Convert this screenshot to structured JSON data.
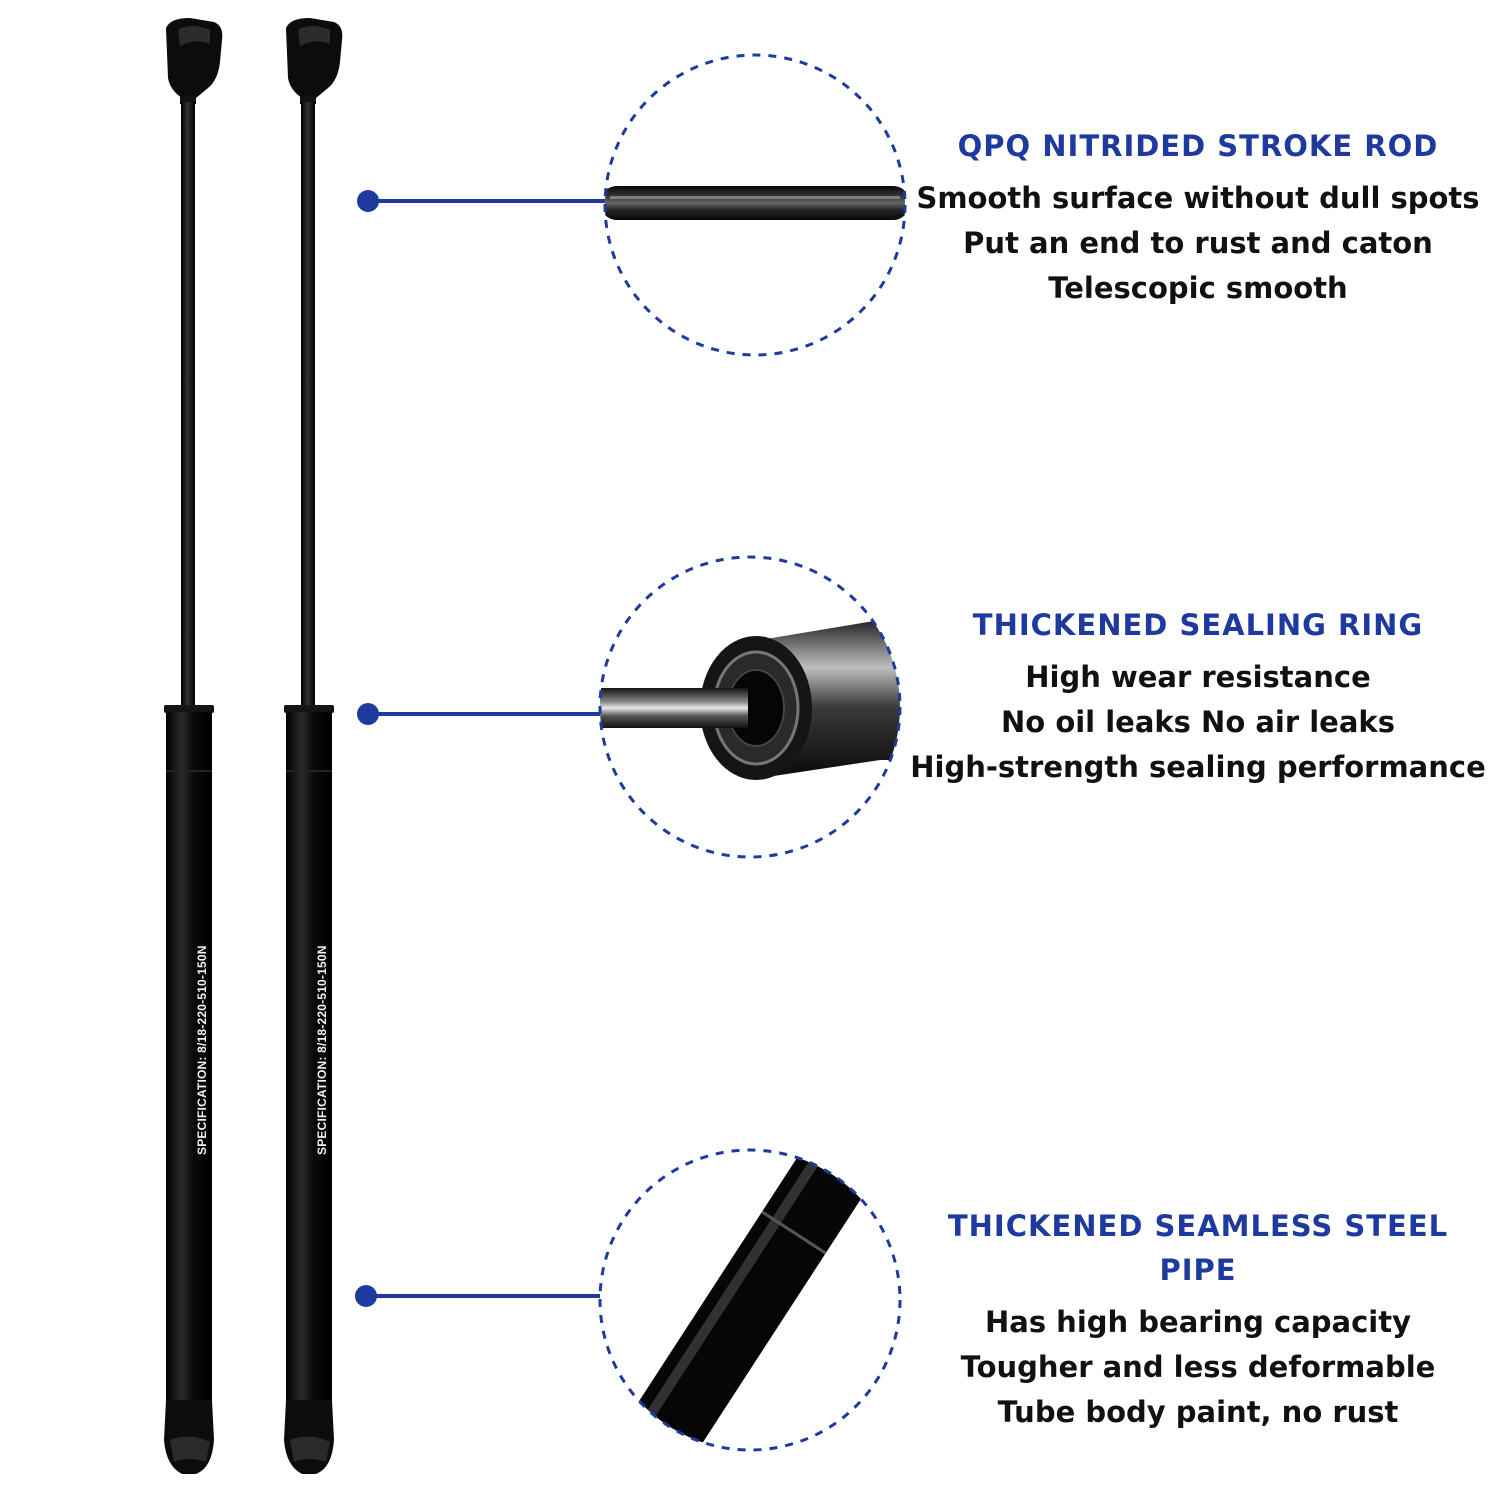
{
  "colors": {
    "accent": "#1e3a9e",
    "strut": "#0b0b0b",
    "background": "#ffffff"
  },
  "struts": {
    "left_spec": "SPECIFICATION:  8/18-220-510-150N",
    "right_spec": "SPECIFICATION:  8/18-220-510-150N"
  },
  "features": [
    {
      "title": "QPQ NITRIDED STROKE ROD",
      "lines": [
        "Smooth surface without dull spots",
        "Put an end to rust and caton",
        "Telescopic smooth"
      ],
      "detail_icon": "stroke-rod-closeup"
    },
    {
      "title": "THICKENED SEALING RING",
      "lines": [
        "High wear resistance",
        "No oil leaks No air leaks",
        "High-strength sealing performance"
      ],
      "detail_icon": "sealing-ring-closeup"
    },
    {
      "title": "THICKENED SEAMLESS STEEL PIPE",
      "lines": [
        "Has high bearing capacity",
        "Tougher and less deformable",
        "Tube body paint, no rust"
      ],
      "detail_icon": "steel-pipe-closeup"
    }
  ]
}
